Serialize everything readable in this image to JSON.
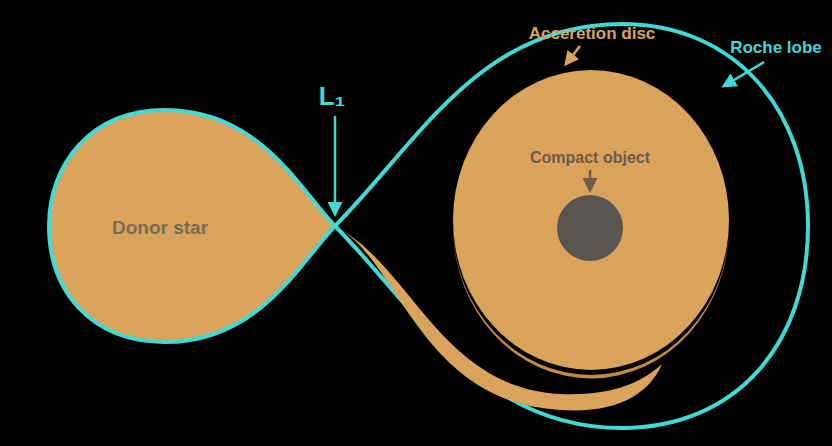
{
  "diagram": {
    "nodes": [
      {
        "text": [
          "Donor star"
        ]
      }
    ],
    "labels": [
      "L₁",
      "Roche lobe",
      "Acceretion disc",
      "Compact object"
    ]
  }
}
